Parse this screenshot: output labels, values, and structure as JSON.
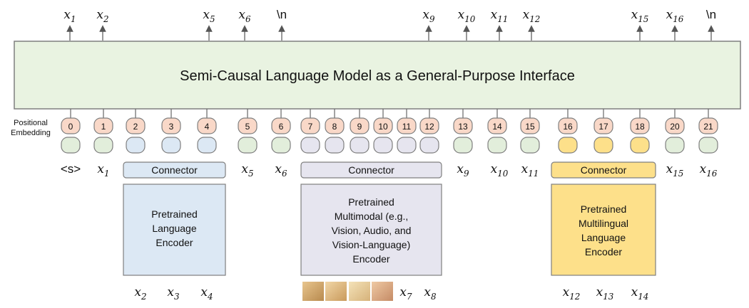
{
  "model_box": {
    "title": "Semi-Causal Language Model as a General-Purpose Interface"
  },
  "outputs": [
    {
      "base": "x",
      "sub": "1"
    },
    {
      "base": "x",
      "sub": "2"
    },
    {
      "base": "x",
      "sub": "5"
    },
    {
      "base": "x",
      "sub": "6"
    },
    {
      "text": "\\n"
    },
    {
      "base": "x",
      "sub": "9"
    },
    {
      "base": "x",
      "sub": "10"
    },
    {
      "base": "x",
      "sub": "11"
    },
    {
      "base": "x",
      "sub": "12"
    },
    {
      "base": "x",
      "sub": "15"
    },
    {
      "base": "x",
      "sub": "16"
    },
    {
      "text": "\\n"
    }
  ],
  "positional_label": [
    "Positional",
    "Embedding"
  ],
  "positions": [
    "0",
    "1",
    "2",
    "3",
    "4",
    "5",
    "6",
    "7",
    "8",
    "9",
    "10",
    "11",
    "12",
    "13",
    "14",
    "15",
    "16",
    "17",
    "18",
    "20",
    "21"
  ],
  "token_colors": {
    "green": "#e2eedb",
    "blue": "#dce8f4",
    "lavender": "#e6e5ef",
    "yellow": "#fde08a",
    "position_fill": "#f9d8c8",
    "model_fill": "#e9f3e1"
  },
  "token_groups": [
    "green",
    "green",
    "blue",
    "blue",
    "blue",
    "green",
    "green",
    "lavender",
    "lavender",
    "lavender",
    "lavender",
    "lavender",
    "lavender",
    "green",
    "green",
    "green",
    "yellow",
    "yellow",
    "yellow",
    "green",
    "green"
  ],
  "input_labels": [
    {
      "text": "<s>"
    },
    {
      "base": "x",
      "sub": "1"
    },
    {
      "base": "x",
      "sub": "5"
    },
    {
      "base": "x",
      "sub": "6"
    },
    {
      "base": "x",
      "sub": "9"
    },
    {
      "base": "x",
      "sub": "10"
    },
    {
      "base": "x",
      "sub": "11"
    },
    {
      "base": "x",
      "sub": "15"
    },
    {
      "base": "x",
      "sub": "16"
    }
  ],
  "connectors": [
    "Connector",
    "Connector",
    "Connector"
  ],
  "encoders": [
    {
      "lines": [
        "Pretrained",
        "Language",
        "Encoder"
      ],
      "color": "#dce8f4"
    },
    {
      "lines": [
        "Pretrained",
        "Multimodal (e.g.,",
        "Vision, Audio, and",
        "Vision-Language)",
        "Encoder"
      ],
      "color": "#e6e5ef"
    },
    {
      "lines": [
        "Pretrained",
        "Multilingual",
        "Language",
        "Encoder"
      ],
      "color": "#fde08a"
    }
  ],
  "encoder_inputs": [
    [
      {
        "base": "x",
        "sub": "2"
      },
      {
        "base": "x",
        "sub": "3"
      },
      {
        "base": "x",
        "sub": "4"
      }
    ],
    [
      {
        "base": "x",
        "sub": "7"
      },
      {
        "base": "x",
        "sub": "8"
      }
    ],
    [
      {
        "base": "x",
        "sub": "12"
      },
      {
        "base": "x",
        "sub": "13"
      },
      {
        "base": "x",
        "sub": "14"
      }
    ]
  ],
  "image_thumbs": [
    "image-thumbnail-1",
    "image-thumbnail-2",
    "image-thumbnail-3",
    "image-thumbnail-4"
  ]
}
